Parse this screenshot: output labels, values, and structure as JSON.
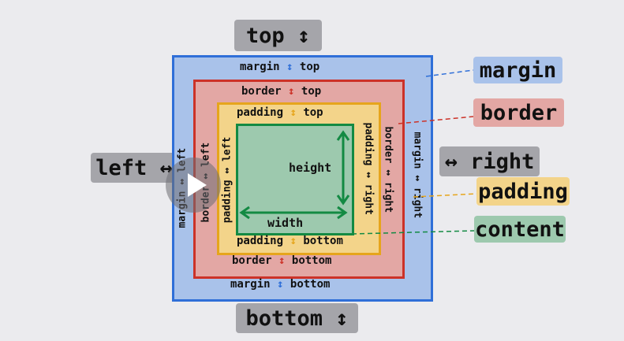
{
  "outer": {
    "top": "top ↕",
    "bottom": "bottom ↕",
    "left": "left ↔",
    "right": "↔ right"
  },
  "legend": {
    "margin": "margin",
    "border": "border",
    "padding": "padding",
    "content": "content"
  },
  "margin_box": {
    "top_word": "margin",
    "top_side": "top",
    "bottom_word": "margin",
    "bottom_side": "bottom",
    "left": "margin ↔ left",
    "right": "margin ↔ right"
  },
  "border_box": {
    "top_word": "border",
    "top_side": "top",
    "bottom_word": "border",
    "bottom_side": "bottom",
    "left": "border ↔ left",
    "right": "border ↔ right"
  },
  "padding_box": {
    "top_word": "padding",
    "top_side": "top",
    "bottom_word": "padding",
    "bottom_side": "bottom",
    "left": "padding ↔ left",
    "right": "padding ↔ right"
  },
  "content_box": {
    "height": "height",
    "width": "width"
  },
  "colors": {
    "margin_fill": "#a9c2ea",
    "margin_stroke": "#2f6fd8",
    "border_fill": "#e3a7a4",
    "border_stroke": "#cc3228",
    "padding_fill": "#f3d48a",
    "padding_stroke": "#e6a51c",
    "content_fill": "#9dc9ae",
    "content_stroke": "#138a43",
    "gray_tag": "#a5a5aa"
  }
}
